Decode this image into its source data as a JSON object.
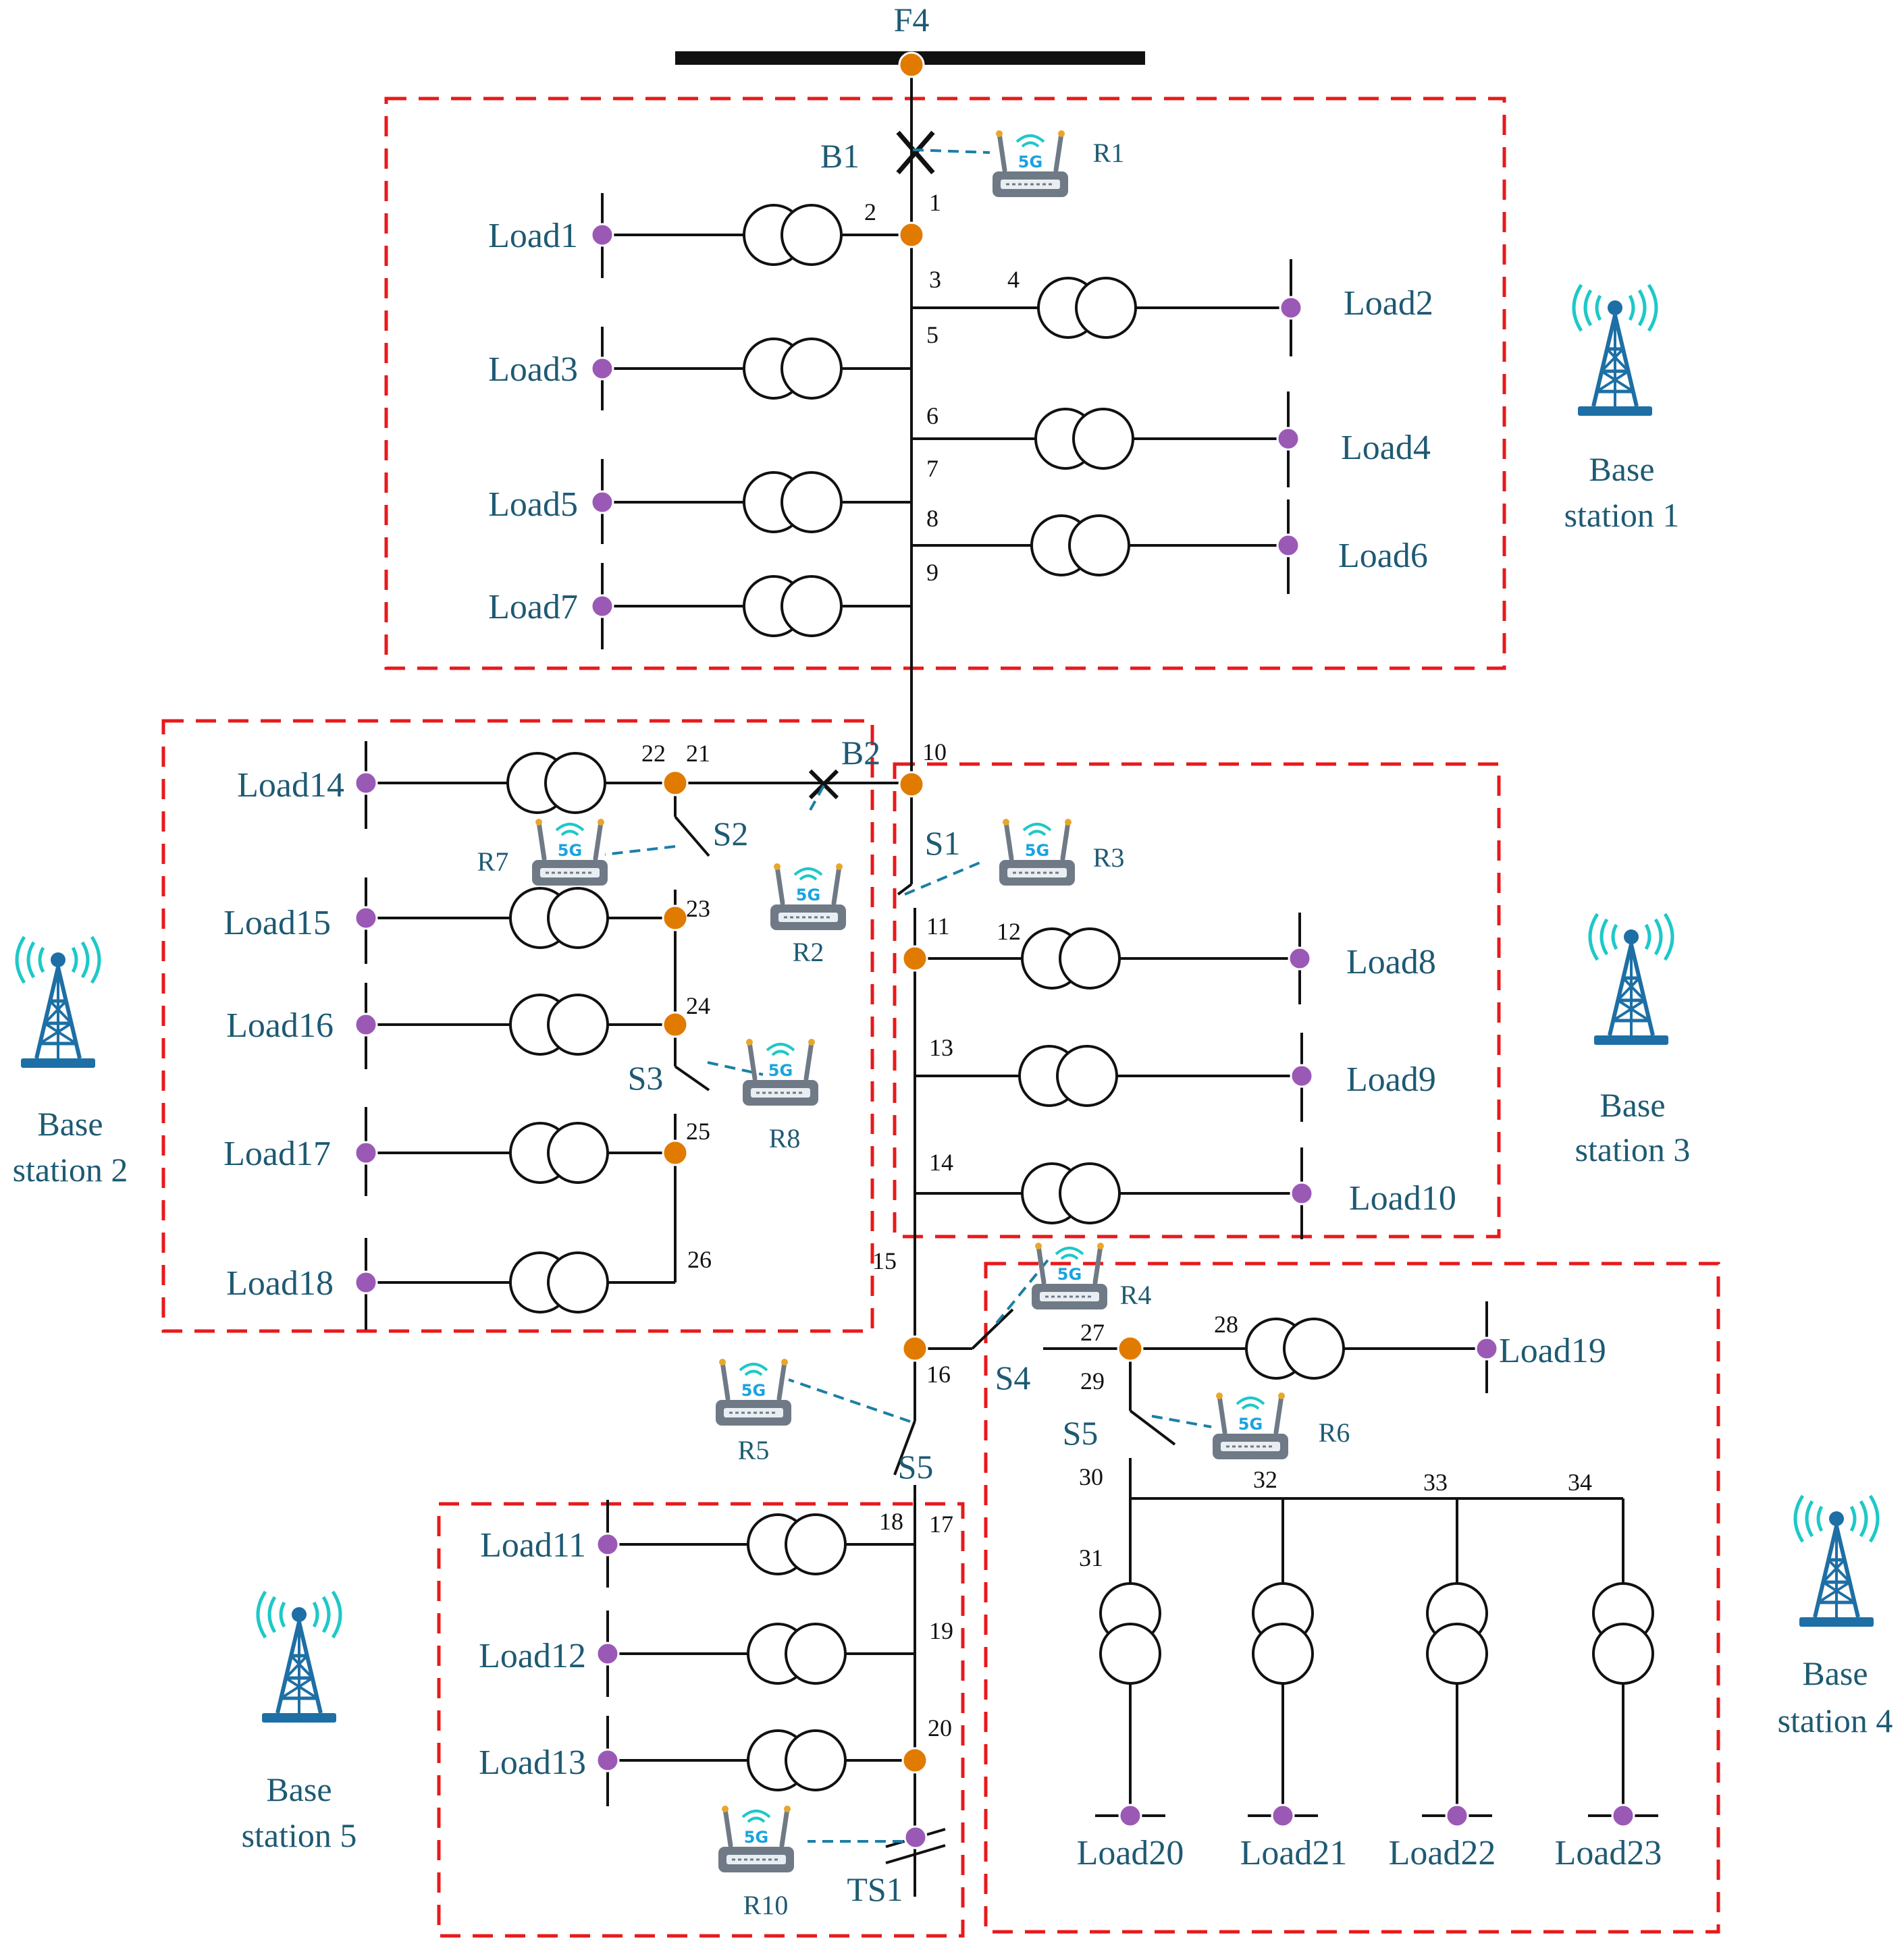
{
  "colors": {
    "zone_border": "#e8191b",
    "label_text": "#1e5a73",
    "node_orange": "#e07b00",
    "load_purple": "#9b59b6",
    "link_blue": "#1c7fa6",
    "tower_blue": "#1d6fa5",
    "signal_cyan": "#1ec8c8",
    "router_gray": "#6f7a86"
  },
  "icons": [
    "base-station-tower-icon",
    "5g-router-icon",
    "breaker-x-icon",
    "switch-icon",
    "transformer-icon"
  ],
  "feeder": "F4",
  "breakers": {
    "b1": "B1",
    "b2": "B2"
  },
  "switches": {
    "s1": "S1",
    "s2": "S2",
    "s3": "S3",
    "s4": "S4",
    "s5a": "S5",
    "s5b": "S5",
    "ts1": "TS1"
  },
  "routers": {
    "badge": "5G",
    "r1": "R1",
    "r2": "R2",
    "r3": "R3",
    "r4": "R4",
    "r5": "R5",
    "r6": "R6",
    "r7": "R7",
    "r8": "R8",
    "r10": "R10"
  },
  "loads": {
    "load1": "Load1",
    "load2": "Load2",
    "load3": "Load3",
    "load4": "Load4",
    "load5": "Load5",
    "load6": "Load6",
    "load7": "Load7",
    "load8": "Load8",
    "load9": "Load9",
    "load10": "Load10",
    "load11": "Load11",
    "load12": "Load12",
    "load13": "Load13",
    "load14": "Load14",
    "load15": "Load15",
    "load16": "Load16",
    "load17": "Load17",
    "load18": "Load18",
    "load19": "Load19",
    "load20": "Load20",
    "load21": "Load21",
    "load22": "Load22",
    "load23": "Load23"
  },
  "nodes": {
    "n1": "1",
    "n2": "2",
    "n3": "3",
    "n4": "4",
    "n5": "5",
    "n6": "6",
    "n7": "7",
    "n8": "8",
    "n9": "9",
    "n10": "10",
    "n11": "11",
    "n12": "12",
    "n13": "13",
    "n14": "14",
    "n15": "15",
    "n16": "16",
    "n17": "17",
    "n18": "18",
    "n19": "19",
    "n20": "20",
    "n21": "21",
    "n22": "22",
    "n23": "23",
    "n24": "24",
    "n25": "25",
    "n26": "26",
    "n27": "27",
    "n28": "28",
    "n29": "29",
    "n30": "30",
    "n31": "31",
    "n32": "32",
    "n33": "33",
    "n34": "34"
  },
  "base_stations": {
    "bs1": {
      "line1": "Base",
      "line2": "station 1"
    },
    "bs2": {
      "line1": "Base",
      "line2": "station 2"
    },
    "bs3": {
      "line1": "Base",
      "line2": "station 3"
    },
    "bs4": {
      "line1": "Base",
      "line2": "station 4"
    },
    "bs5": {
      "line1": "Base",
      "line2": "station 5"
    }
  }
}
